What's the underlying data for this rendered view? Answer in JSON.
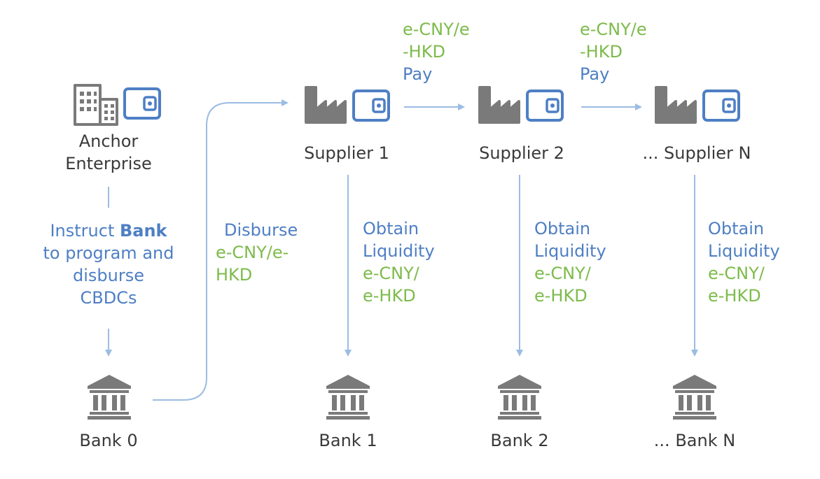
{
  "colors": {
    "text": "#3a3a3a",
    "blue": "#4e7fc4",
    "green": "#7dbb4b",
    "arrow": "#9bbce3",
    "icon_gray": "#7a7a7a"
  },
  "icons": {
    "office": "office-building-icon",
    "factory": "factory-icon",
    "wallet": "wallet-icon",
    "bank": "bank-icon"
  },
  "nodes": {
    "anchor": {
      "line1": "Anchor",
      "line2": "Enterprise"
    },
    "suppliers": [
      "Supplier 1",
      "Supplier 2",
      "... Supplier N"
    ],
    "banks": [
      "Bank 0",
      "Bank 1",
      "Bank 2",
      "... Bank N"
    ]
  },
  "edges": {
    "instruct": {
      "pre": "Instruct ",
      "bold": "Bank",
      "line2": "to program and",
      "line3": "disburse",
      "line4": "CBDCs"
    },
    "disburse": {
      "line1": "Disburse",
      "line2": "e-CNY/e-",
      "line3": "HKD"
    },
    "pay": {
      "line1": "e-CNY/e",
      "line2": "-HKD",
      "line3": "Pay"
    },
    "liquidity": {
      "line1": "Obtain",
      "line2": "Liquidity",
      "line3": "e-CNY/",
      "line4": "e-HKD"
    }
  }
}
